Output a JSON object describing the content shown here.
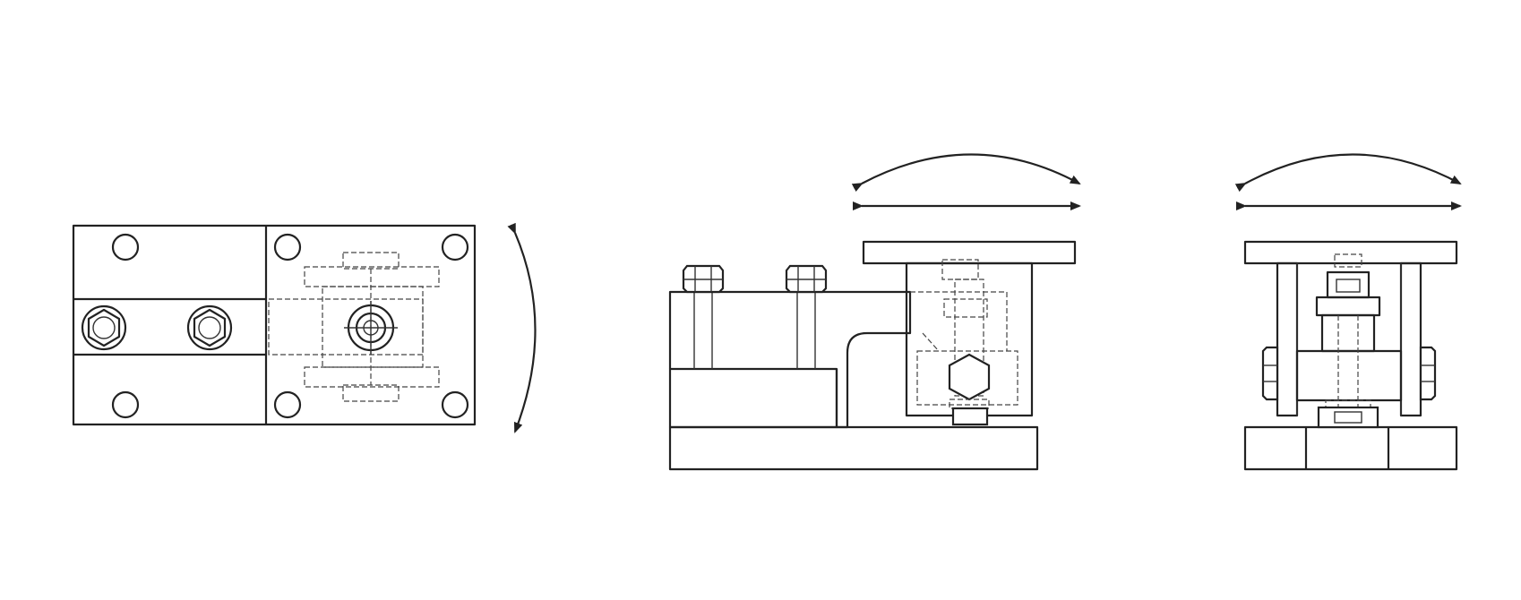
{
  "drawing": {
    "stroke_color": "#222222",
    "hidden_line_color": "#444444",
    "background": "#ffffff",
    "views": [
      {
        "id": "top-view",
        "motion": "rotation"
      },
      {
        "id": "front-view",
        "motion": "rotation-and-translation"
      },
      {
        "id": "side-view",
        "motion": "rotation-and-translation"
      }
    ]
  }
}
